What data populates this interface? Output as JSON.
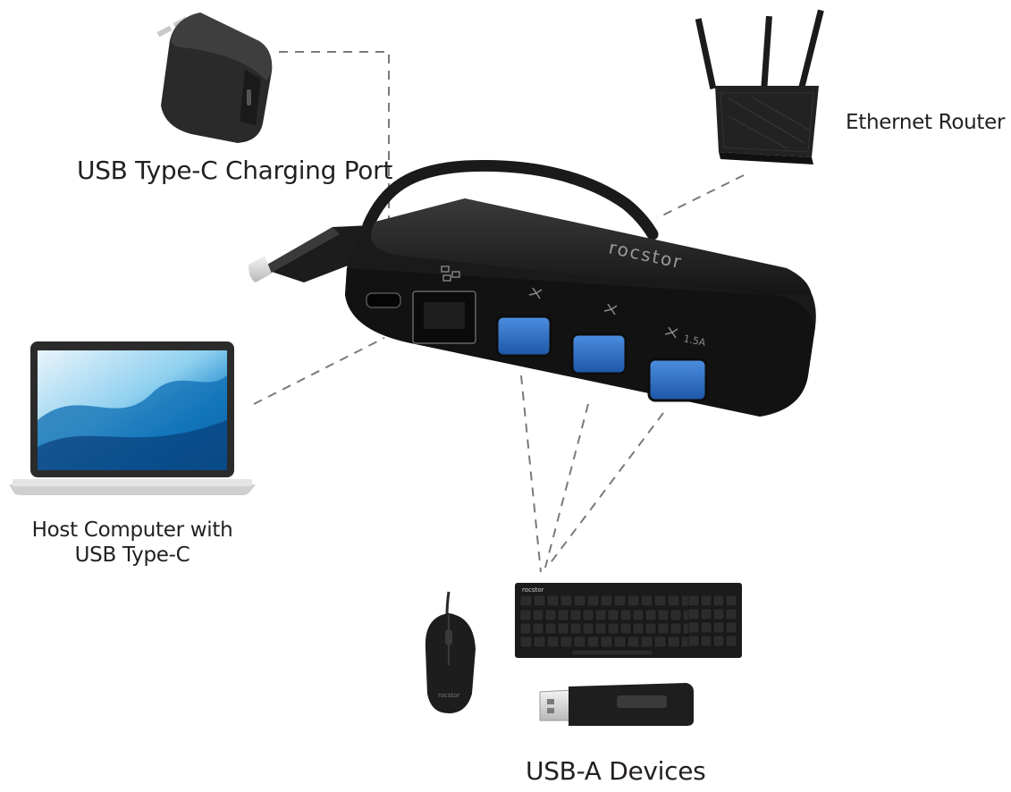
{
  "diagram": {
    "labels": {
      "charging_port": "USB Type-C Charging Port",
      "router": "Ethernet Router",
      "host_line1": "Host Computer with",
      "host_line2": "USB Type-C",
      "usba_devices": "USB-A Devices"
    },
    "hub": {
      "brand": "rocstor",
      "port_marking": "1.5A"
    },
    "keyboard_brand": "rocstor",
    "mouse_brand": "rocstor"
  },
  "icons": [
    "power-adapter-icon",
    "router-icon",
    "laptop-icon",
    "usb-hub-icon",
    "mouse-icon",
    "keyboard-icon",
    "flash-drive-icon",
    "usb-symbol-icon",
    "network-symbol-icon"
  ],
  "colors": {
    "device_body": "#1e1e1e",
    "usb3_port": "#2a6fc9",
    "connector_line": "#7a7a7a",
    "label_text": "#231f20"
  }
}
